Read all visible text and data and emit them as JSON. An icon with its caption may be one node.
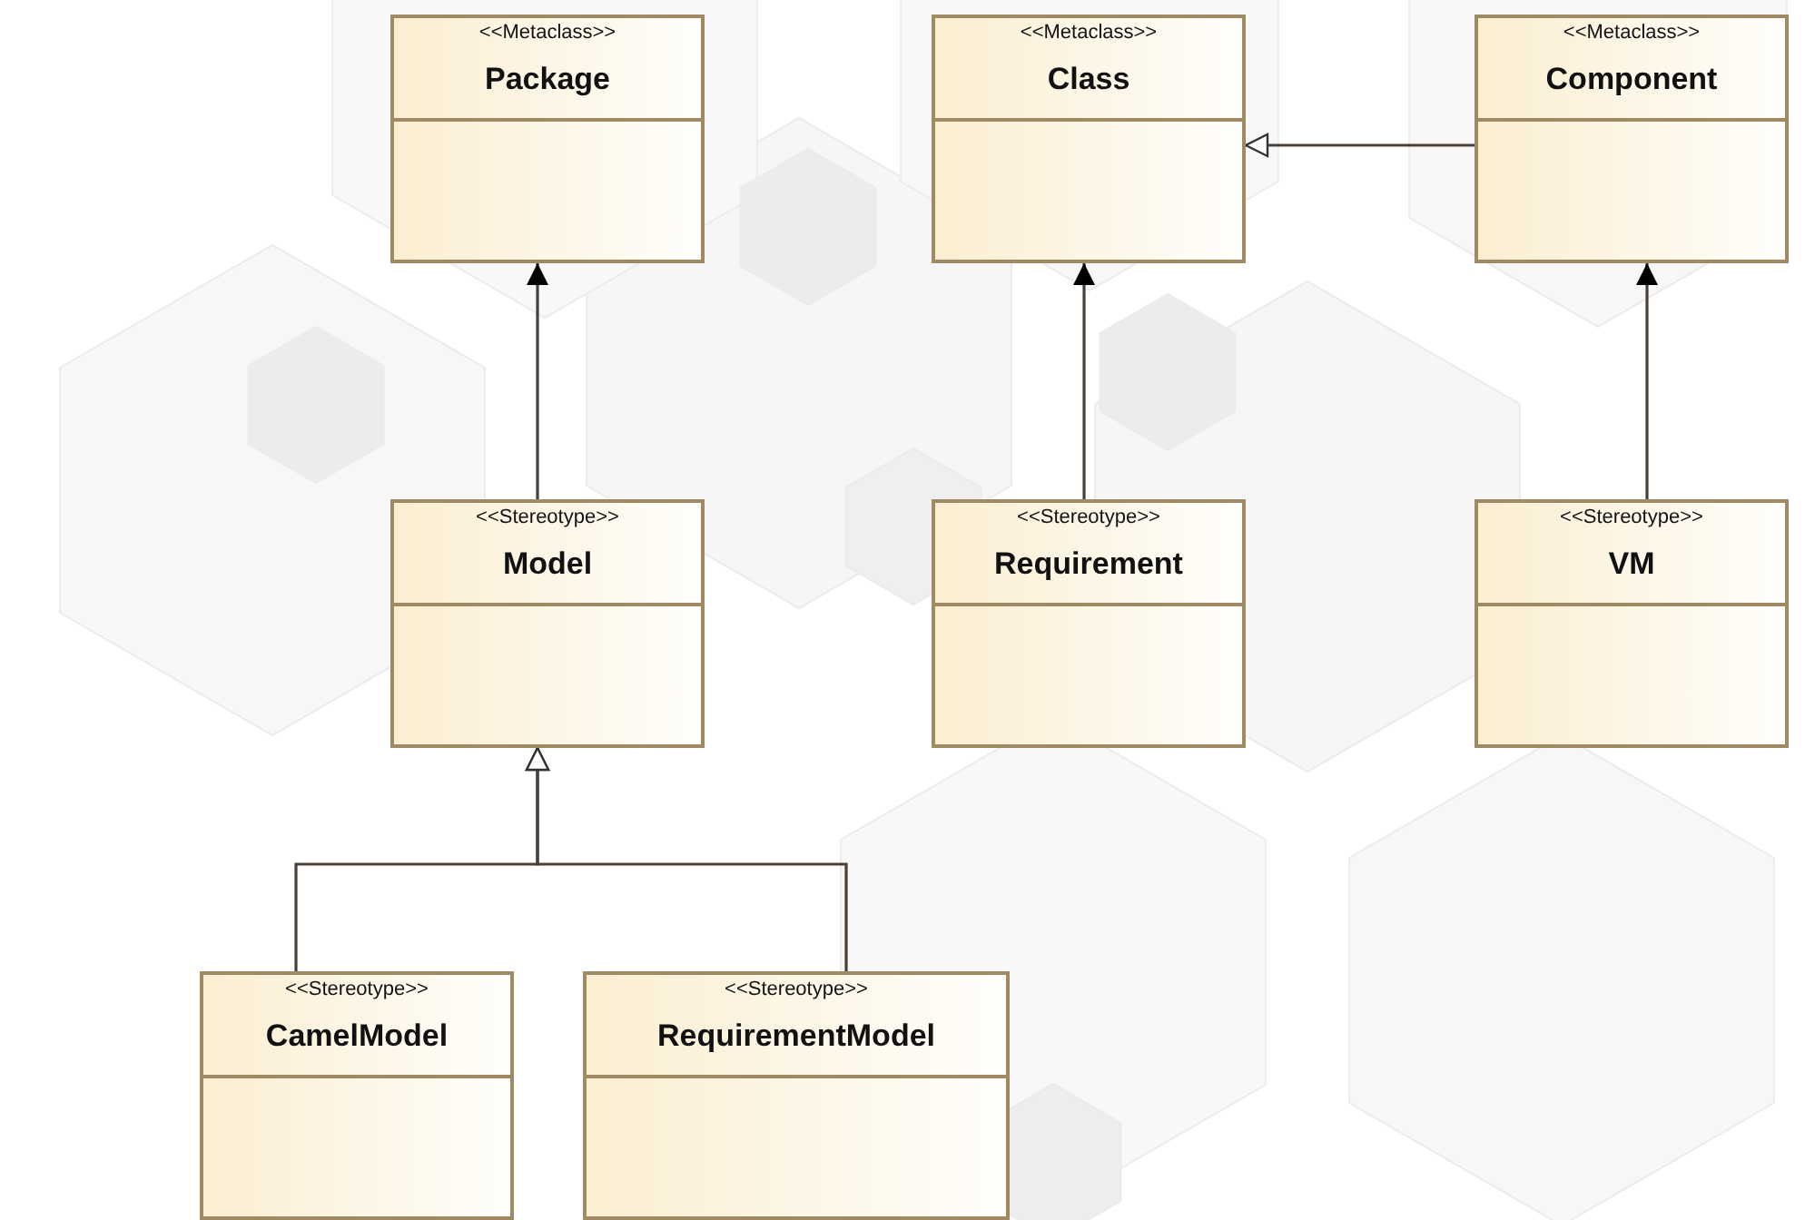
{
  "diagram": {
    "nodes": [
      {
        "text": [
          "<<Metaclass>>",
          "Package"
        ]
      },
      {
        "text": [
          "<<Metaclass>>",
          "Class"
        ]
      },
      {
        "text": [
          "<<Metaclass>>",
          "Component"
        ]
      },
      {
        "text": [
          "<<Stereotype>>",
          "Model"
        ]
      },
      {
        "text": [
          "<<Stereotype>>",
          "Requirement"
        ]
      },
      {
        "text": [
          "<<Stereotype>>",
          "VM"
        ]
      },
      {
        "text": [
          "<<Stereotype>>",
          "CamelModel"
        ]
      },
      {
        "text": [
          "<<Stereotype>>",
          "RequirementModel"
        ]
      }
    ],
    "edges": [
      {
        "from": 2,
        "to": 1,
        "arrow": "to"
      },
      {
        "from": 3,
        "to": 0,
        "arrow": "to"
      },
      {
        "from": 4,
        "to": 1,
        "arrow": "to"
      },
      {
        "from": 5,
        "to": 2,
        "arrow": "to"
      },
      {
        "from": 6,
        "to": 3,
        "arrow": "to"
      },
      {
        "from": 7,
        "to": 3,
        "arrow": "to"
      }
    ]
  }
}
